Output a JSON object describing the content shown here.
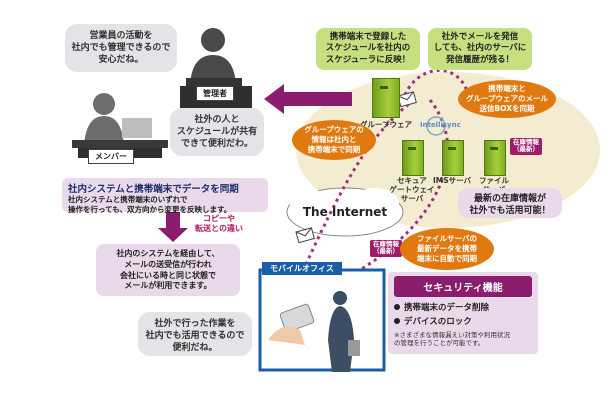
{
  "bubbles": {
    "manager_quote": "営業員の活動を\n社内でも管理できるので\n安心だね。",
    "member_quote": "社外の人と\nスケジュールが共有\nできて便利だわ。",
    "mobile_quote": "社外で行った作業を\n社内でも活用できるので\n便利だね。",
    "schedule_reflect": "携帯端末で登録した\nスケジュールを社内の\nスケジューラに反映！",
    "mail_history": "社外でメールを発信\nしても、社内のサーバに\n発信履歴が残る！",
    "latest_stock": "最新の在庫情報が\n社外でも活用可能！"
  },
  "labels": {
    "manager": "管理者",
    "member": "メンバー",
    "groupware": "グループウェア",
    "intellisync": "Intellisync",
    "secure_gateway": "セキュア\nゲートウェイ\nサーバ",
    "ims_server": "IMSサーバ",
    "file_server": "ファイル\nサーバ",
    "stock_server": "在庫情報\n（最新）",
    "stock_mobile": "在庫情報\n（最新）",
    "internet": "The Internet",
    "mobile_office": "モバイルオフィス"
  },
  "ovals": {
    "groupware_sync": "グループウェアの\n情報は社内と\n携帯端末で同期",
    "mail_box_sync": "携帯端末と\nグループウェアのメール\n送信BOXを同期",
    "file_server_sync": "ファイルサーバの\n最新データを携帯\n端末に自動で同期"
  },
  "sync_box": {
    "title": "社内システムと携帯端末でデータを同期",
    "body": "社内システムと携帯端末のいずれで\n操作を行っても、双方向から変更を反映します。"
  },
  "copy_label": "コピーや\n転送との違い",
  "mail_box": {
    "body": "社内のシステムを経由して、\nメールの送受信が行われ\n会社にいる時と同じ状態で\nメールが利用できます。"
  },
  "security": {
    "title": "セキュリティ機能",
    "items": [
      "携帯端末のデータ削除",
      "デバイスのロック"
    ],
    "note": "※さまざまな情報漏えい対策や利用状況\nの管理を行うことが可能です。"
  },
  "colors": {
    "purple": "#8a1d6e",
    "green": "#c6df7f",
    "orange": "#e07a10",
    "pink": "#ead9ea"
  }
}
